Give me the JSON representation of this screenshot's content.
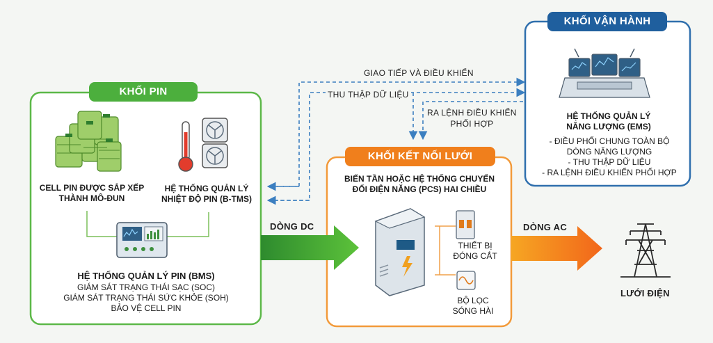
{
  "battery_block": {
    "title": "KHỐI PIN",
    "cells_label": [
      "CELL PIN ĐƯỢC SẮP XẾP",
      "THÀNH MÔ-ĐUN"
    ],
    "btms_label": [
      "HỆ THỐNG QUẢN LÝ",
      "NHIỆT ĐỘ PIN (B-TMS)"
    ],
    "bms_title": "HỆ THỐNG QUẢN LÝ PIN (BMS)",
    "bms_items": [
      "GIÁM SÁT TRẠNG THÁI SẠC (SOC)",
      "GIÁM SÁT TRẠNG THÁI SỨC KHỎE (SOH)",
      "BẢO VỆ CELL PIN"
    ]
  },
  "grid_block": {
    "title": "KHỐI KẾT NỐI LƯỚI",
    "pcs_label": [
      "BIẾN TẦN HOẶC HỆ THỐNG CHUYỂN",
      "ĐỔI ĐIỆN NĂNG (PCS) HAI CHIỀU"
    ],
    "switch_label": [
      "THIẾT BỊ",
      "ĐÓNG CẮT"
    ],
    "filter_label": [
      "BỘ LỌC",
      "SÓNG HÀI"
    ]
  },
  "operation_block": {
    "title": "KHỐI VẬN HÀNH",
    "ems_title": [
      "HỆ THỐNG QUẢN LÝ",
      "NĂNG LƯỢNG (EMS)"
    ],
    "ems_items": [
      "- ĐIỀU PHỐI CHUNG TOÀN BỘ",
      "DÒNG NĂNG LƯỢNG",
      "- THU THẬP DỮ LIỆU",
      "- RA LỆNH ĐIỀU KHIỂN PHỐI HỢP"
    ]
  },
  "flows": {
    "comm": "GIAO TIẾP VÀ ĐIỀU KHIỂN",
    "data": "THU THẬP DỮ LIỆU",
    "cmd": [
      "RA LỆNH ĐIỀU KHIỂN",
      "PHỐI HỢP"
    ],
    "dc": "DÒNG DC",
    "ac": "DÒNG AC"
  },
  "grid_label": "LƯỚI ĐIỆN",
  "colors": {
    "green": "#4caf3d",
    "orange": "#f07f1c",
    "blue": "#1f5f9e",
    "dashed": "#3b7fc0"
  }
}
